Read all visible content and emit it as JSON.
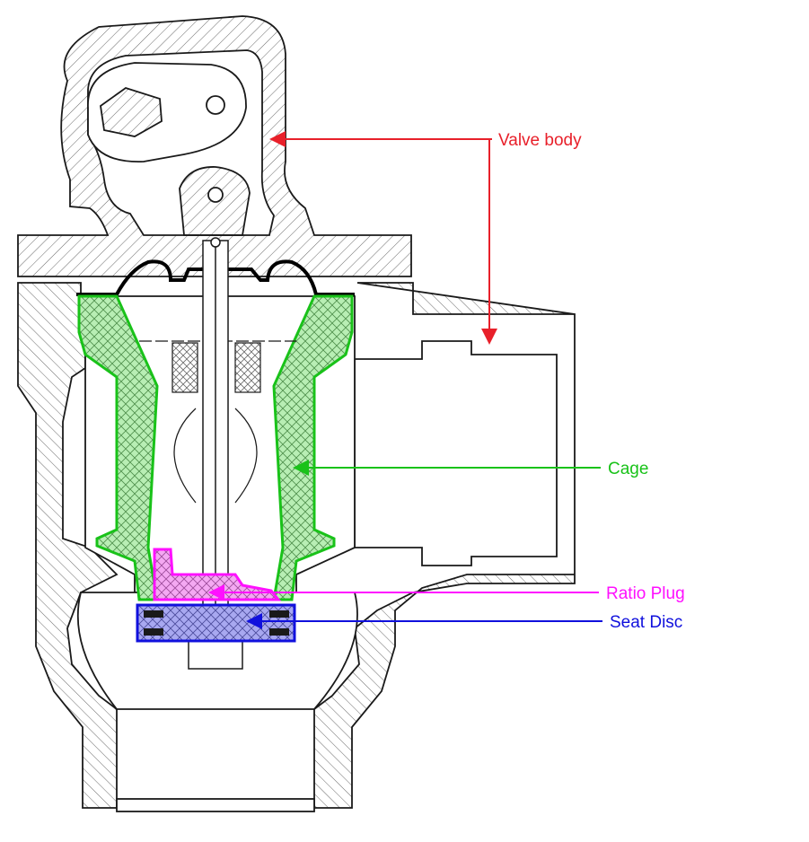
{
  "labels": {
    "valve_body": "Valve body",
    "cage": "Cage",
    "ratio_plug": "Ratio Plug",
    "seat_disc": "Seat Disc"
  },
  "colors": {
    "valve_body": "#e8202a",
    "cage": "#19c219",
    "cage_fill": "#b8eeb4",
    "ratio_plug": "#ff10ff",
    "ratio_plug_fill": "#f4a8f2",
    "seat_disc": "#1010dd",
    "seat_disc_fill": "#a8a8f0",
    "outline": "#1a1a1a",
    "hatch": "#6a6a6a"
  }
}
